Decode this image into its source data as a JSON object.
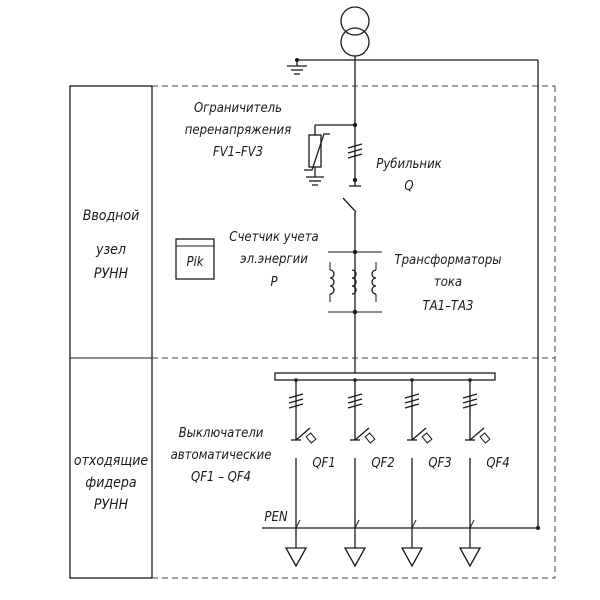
{
  "panels": {
    "input": [
      "Вводной",
      "узел",
      "РУНН"
    ],
    "feeders": [
      "отходящие",
      "фидера",
      "РУНН"
    ]
  },
  "labels": {
    "surge_limiter": [
      "Ограничитель",
      "перенапряжения",
      "FV1–FV3"
    ],
    "switch": [
      "Рубильник",
      "Q"
    ],
    "meter": [
      "Счетчик учета",
      "эл.энергии",
      "P"
    ],
    "meter_box": "Pik",
    "current_transformers": [
      "Трансформаторы",
      "тока",
      "ТА1–ТА3"
    ],
    "breakers": [
      "Выключатели",
      "автоматические",
      "QF1 – QF4"
    ],
    "pen": "PEN",
    "qf": [
      "QF1",
      "QF2",
      "QF3",
      "QF4"
    ]
  }
}
